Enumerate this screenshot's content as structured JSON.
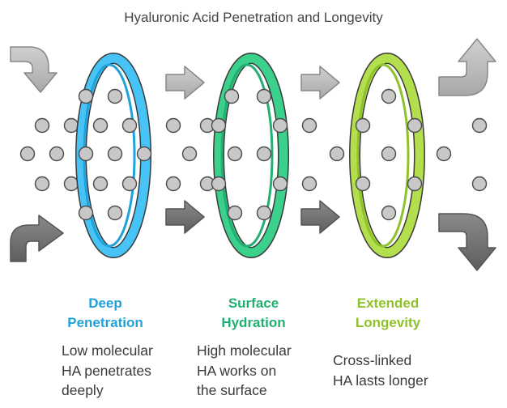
{
  "title": "Hyaluronic Acid Penetration and Longevity",
  "colors": {
    "blue": "#47c4f5",
    "blue_dark": "#1fa2db",
    "green": "#3cd08d",
    "green_dark": "#22b072",
    "lime": "#b3df4f",
    "lime_dark": "#8fc22a",
    "dot": "#c8c8c8",
    "arrow_light": "#bdbdbd",
    "arrow_dark": "#707070"
  },
  "stages": [
    {
      "heading": [
        "Deep",
        "Penetration"
      ],
      "description": [
        "Low molecular",
        "HA penetrates",
        "deeply"
      ],
      "color_key": "blue"
    },
    {
      "heading": [
        "Surface",
        "Hydration"
      ],
      "description": [
        "High molecular",
        "HA works on",
        "the surface"
      ],
      "color_key": "green"
    },
    {
      "heading": [
        "Extended",
        "Longevity"
      ],
      "description": [
        "Cross-linked",
        "HA lasts longer"
      ],
      "color_key": "lime"
    }
  ],
  "icons": {
    "flow_arrow": "flow-arrow-icon",
    "curved_arrow": "curved-arrow-icon",
    "molecule": "molecule-dot-icon",
    "ring": "ring-icon"
  }
}
